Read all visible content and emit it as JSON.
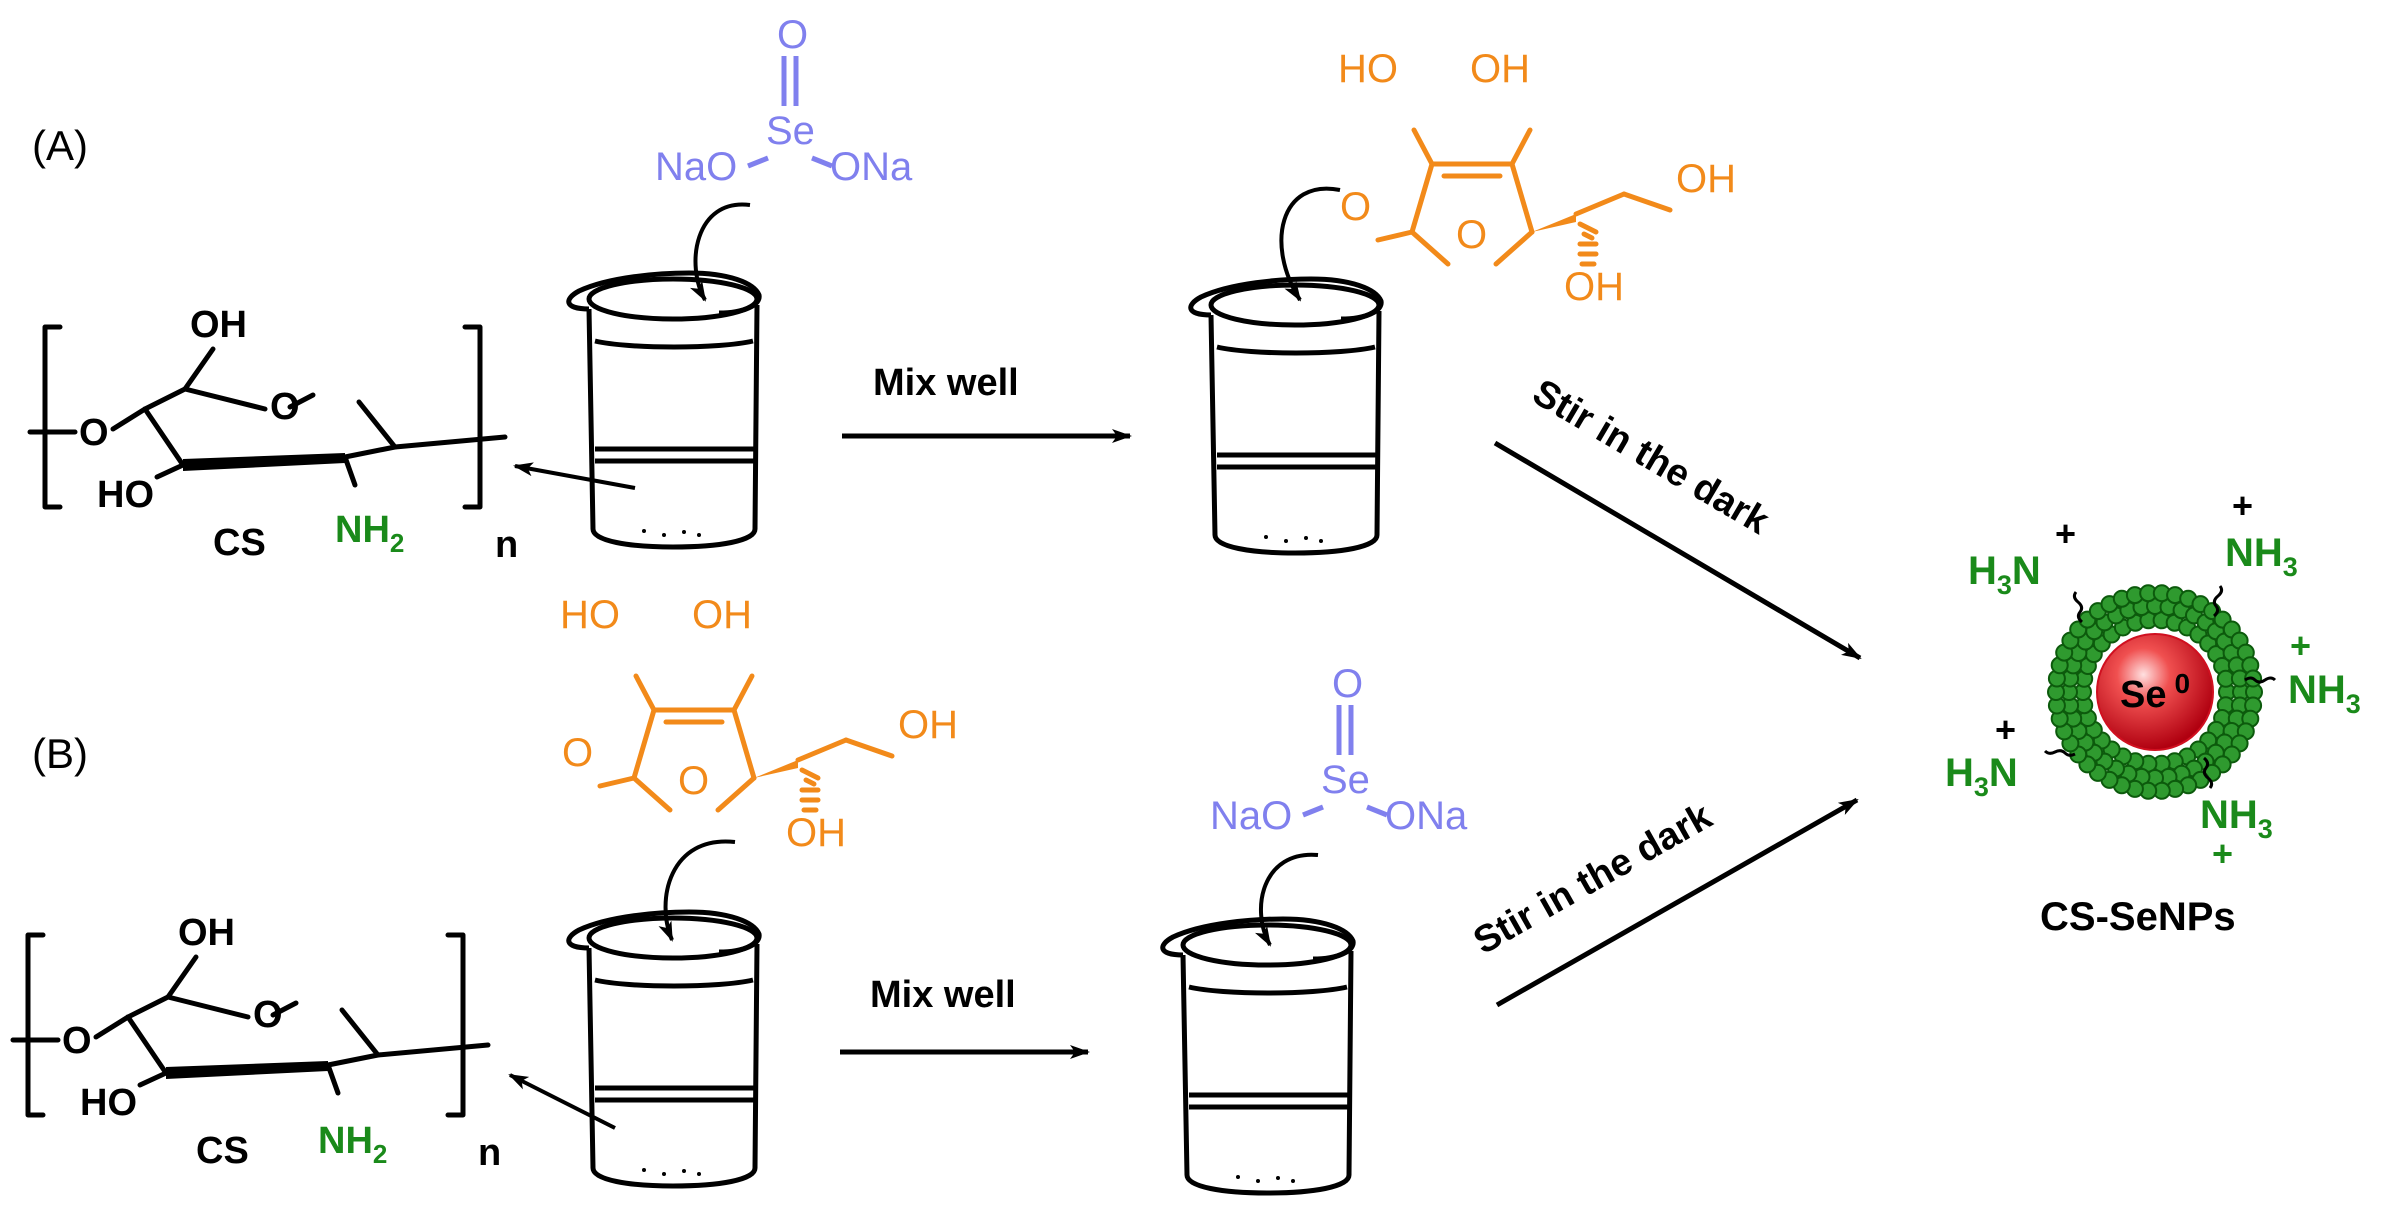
{
  "panels": {
    "a_label": "(A)",
    "b_label": "(B)"
  },
  "chitosan": {
    "oh": "OH",
    "ring_o": "O",
    "link_o": "O",
    "ho": "HO",
    "nh": "NH",
    "sub2": "2",
    "cs": "CS",
    "repeat_n": "n"
  },
  "selenite": {
    "o": "O",
    "se": "Se",
    "nao": "NaO",
    "ona": "ONa"
  },
  "ascorbic": {
    "ho": "HO",
    "oh": "OH",
    "carbonyl_o": "O",
    "ring_o": "O",
    "side_oh": "OH",
    "bottom_oh": "OH"
  },
  "steps": {
    "mix_a": "Mix well",
    "mix_b": "Mix well",
    "stir_a": "Stir in the dark",
    "stir_b": "Stir in the dark"
  },
  "nanoparticle": {
    "core_se": "Se",
    "core_sup": "0",
    "nh": "NH",
    "h": "H",
    "n": "N",
    "sub3": "3",
    "plus": "+",
    "product_label": "CS-SeNPs"
  },
  "colors": {
    "selenite": "#8080ee",
    "ascorbic": "#f28a1a",
    "amine": "#1a8a1a",
    "core": "#e8202a",
    "ink": "#000000"
  }
}
